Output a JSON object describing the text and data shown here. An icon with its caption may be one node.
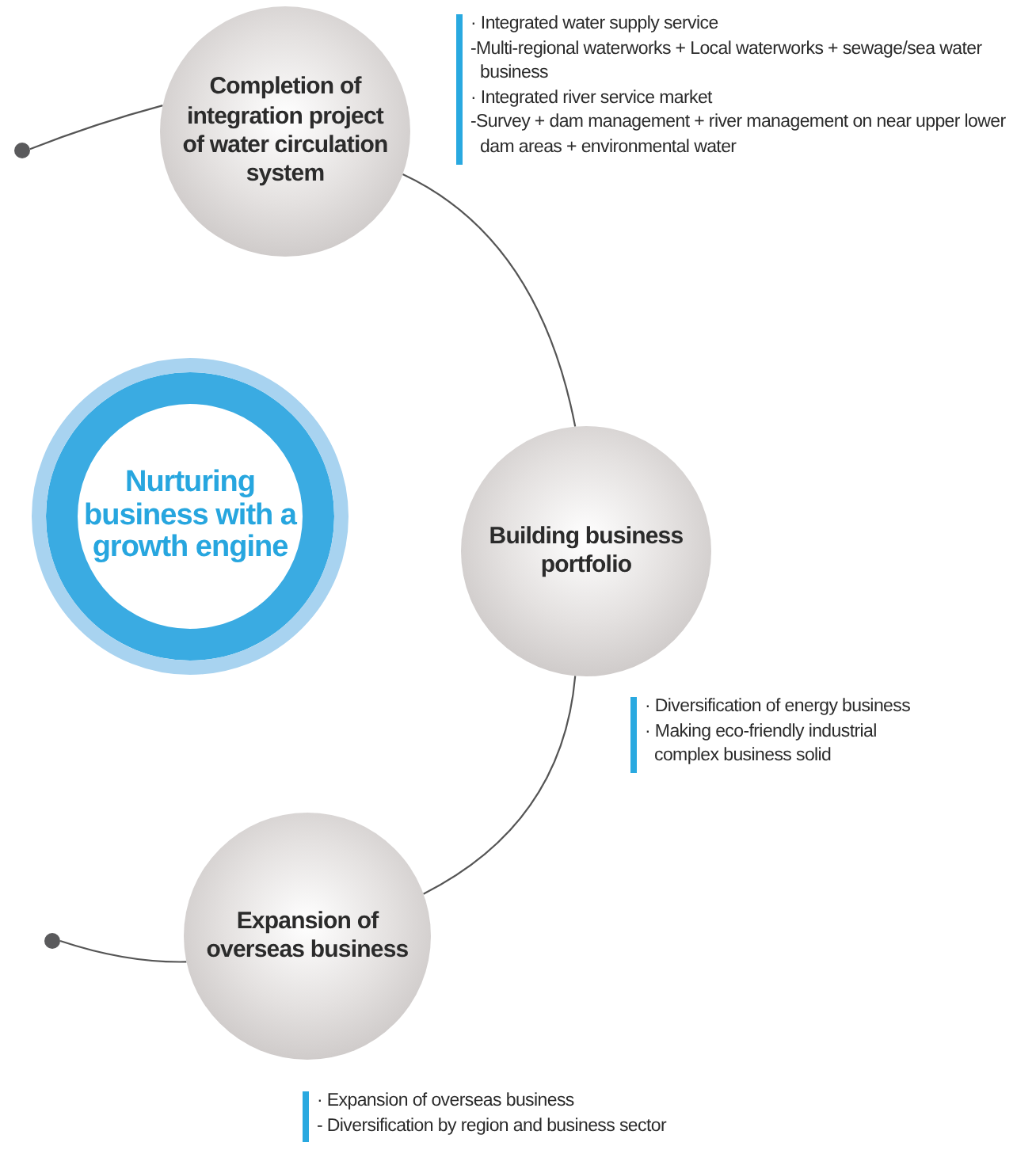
{
  "diagram": {
    "nodes": [
      {
        "text": [
          "Nurturing business with a growth engine"
        ]
      },
      {
        "text": [
          "Completion of integration project of water circulation system"
        ],
        "beside": [
          "· Integrated water supply service",
          "-Multi-regional waterworks + Local waterworks + sewage/sea water business",
          "· Integrated river service market",
          "-Survey + dam management + river management on near upper lower dam areas + environmental water"
        ]
      },
      {
        "text": [
          "Building business portfolio"
        ],
        "beside": [
          "· Diversification of energy business",
          "· Making eco-friendly industrial complex business solid"
        ]
      },
      {
        "text": [
          "Expansion of overseas business"
        ],
        "beside": [
          "· Expansion of overseas business",
          "- Diversification by region and business sector"
        ]
      },
      {
        "text": [],
        "shape": "circle"
      },
      {
        "text": [],
        "shape": "circle"
      }
    ],
    "edges": [
      {
        "from": 4,
        "to": 1,
        "arrow": "none"
      },
      {
        "from": 1,
        "to": 2,
        "arrow": "none"
      },
      {
        "from": 2,
        "to": 3,
        "arrow": "none"
      },
      {
        "from": 5,
        "to": 3,
        "arrow": "none"
      }
    ]
  }
}
